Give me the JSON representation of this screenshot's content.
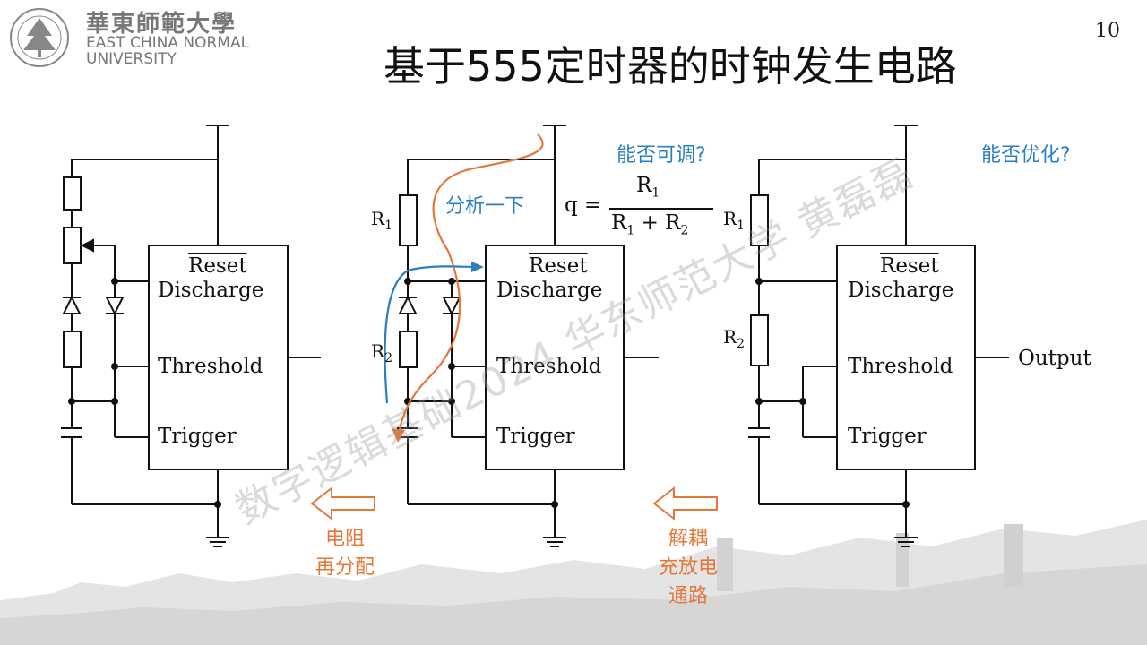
{
  "header": {
    "logo_cn": "華東師範大學",
    "logo_en_line1": "EAST CHINA NORMAL",
    "logo_en_line2": "UNIVERSITY",
    "page_number": "10"
  },
  "title": "基于555定时器的时钟发生电路",
  "chip_labels": {
    "reset": "Reset",
    "discharge": "Discharge",
    "threshold": "Threshold",
    "trigger": "Trigger",
    "output": "Output"
  },
  "resistors": {
    "r1": "R",
    "r2": "R",
    "sub1": "1",
    "sub2": "2"
  },
  "formula": {
    "lhs": "q =",
    "numerator": "R",
    "denominator": "R",
    "plus": "+ R"
  },
  "annotations": {
    "analyze": "分析一下",
    "adjustable": "能否可调?",
    "optimize": "能否优化?",
    "arrow1_line1": "电阻",
    "arrow1_line2": "再分配",
    "arrow2_line1": "解耦",
    "arrow2_line2": "充放电",
    "arrow2_line3": "通路"
  },
  "watermark": "数字逻辑基础2024 华东师范大学 黄磊磊",
  "colors": {
    "blue": "#2a7fc1",
    "orange": "#e4783a",
    "line": "#111111"
  }
}
